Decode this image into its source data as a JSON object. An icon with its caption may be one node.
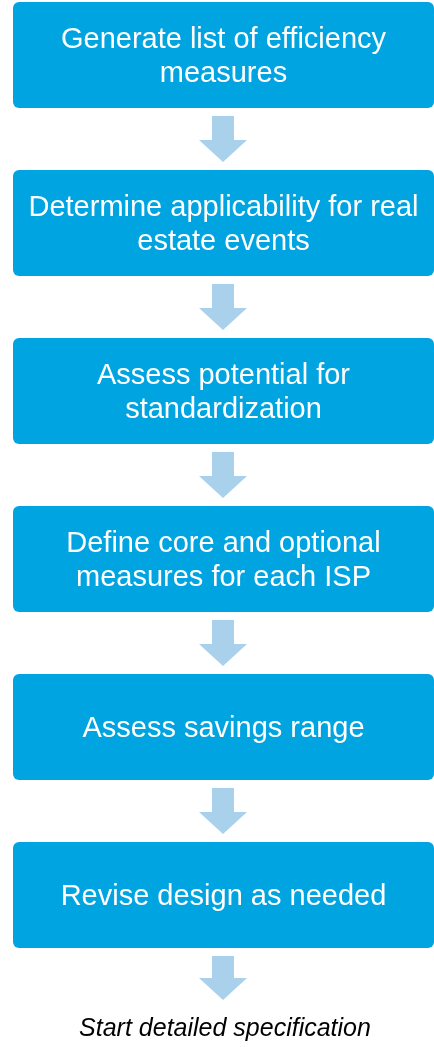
{
  "diagram": {
    "nodes": [
      {
        "text": [
          "Generate list of efficiency measures"
        ]
      },
      {
        "text": [
          "Determine applicability for real estate events"
        ]
      },
      {
        "text": [
          "Assess potential for standardization"
        ]
      },
      {
        "text": [
          "Define core and optional measures for each ISP"
        ]
      },
      {
        "text": [
          "Assess savings range"
        ]
      },
      {
        "text": [
          "Revise design as needed"
        ]
      },
      {
        "text": [
          "Start detailed specification"
        ]
      }
    ],
    "edges": [
      {
        "from": 0,
        "to": 1,
        "arrow": "to"
      },
      {
        "from": 1,
        "to": 2,
        "arrow": "to"
      },
      {
        "from": 2,
        "to": 3,
        "arrow": "to"
      },
      {
        "from": 3,
        "to": 4,
        "arrow": "to"
      },
      {
        "from": 4,
        "to": 5,
        "arrow": "to"
      },
      {
        "from": 5,
        "to": 6,
        "arrow": "to"
      }
    ]
  }
}
